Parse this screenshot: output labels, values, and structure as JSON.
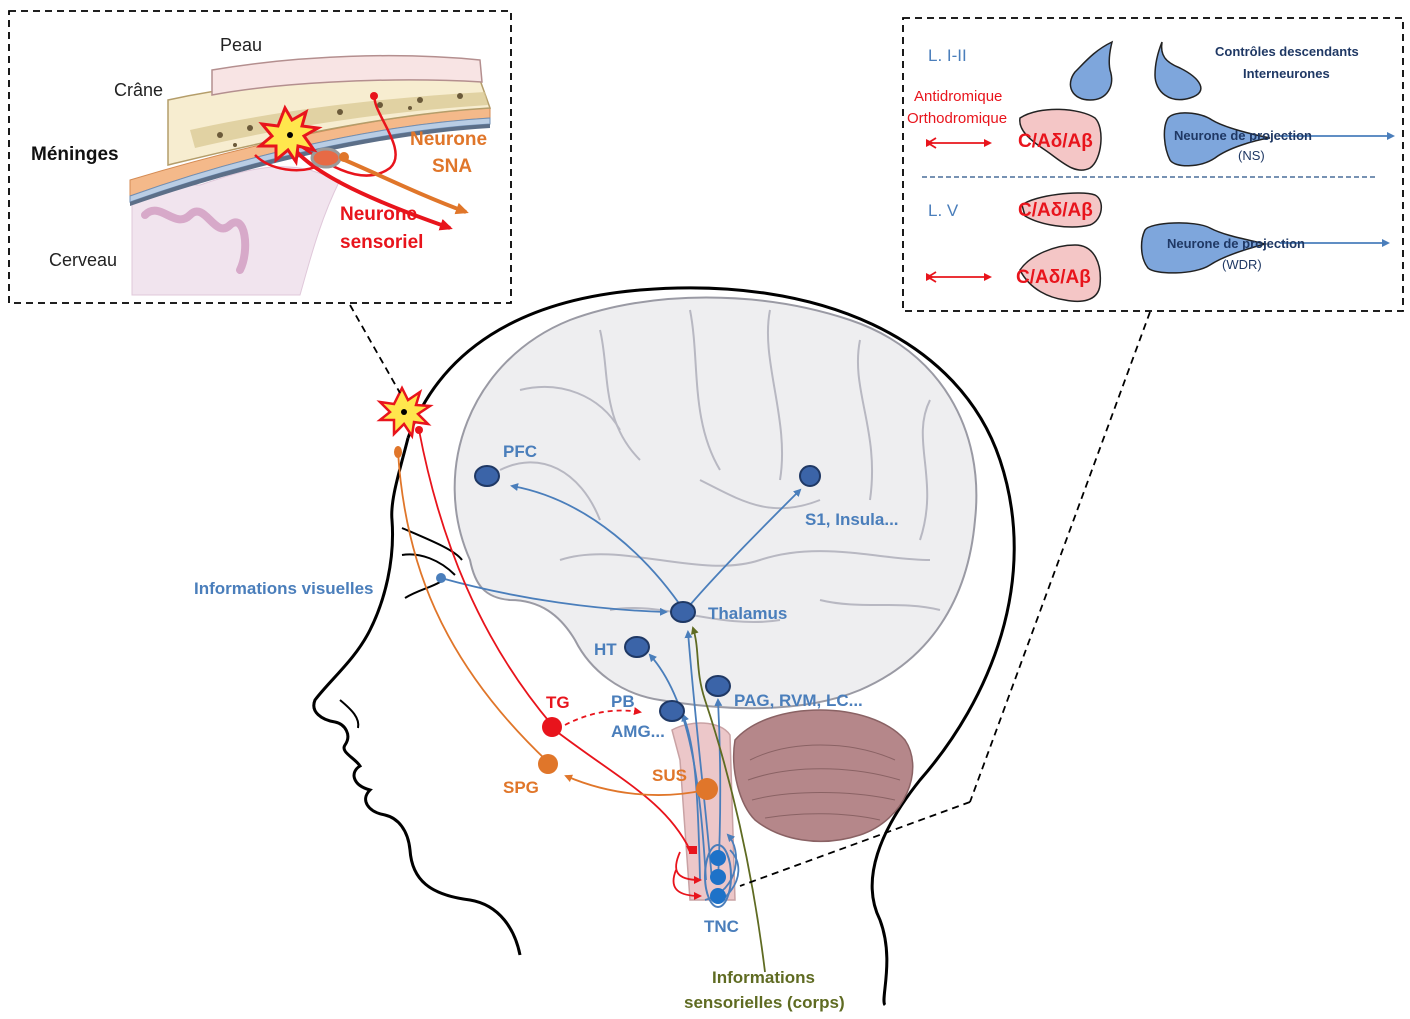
{
  "colors": {
    "blue": "#4a7ebb",
    "red": "#e8141c",
    "orange": "#e0762a",
    "olive": "#5f6b22",
    "navy": "#1f3864",
    "brain_fill": "#eeeef0",
    "cerebellum": "#b5878a",
    "neuron_pink": "#f4c6c6",
    "neuron_blue": "#7ea6dc"
  },
  "meninges_inset": {
    "peau": "Peau",
    "crane": "Crâne",
    "meninges": "Méninges",
    "cerveau": "Cerveau",
    "neurone_sna_1": "Neurone",
    "neurone_sna_2": "SNA",
    "neurone_sensoriel_1": "Neurone",
    "neurone_sensoriel_2": "sensoriel"
  },
  "spinal_inset": {
    "lamina_1_2": "L. I-II",
    "lamina_5": "L. V",
    "antidromique": "Antidromique",
    "orthodromique": "Orthodromique",
    "controles_1": "Contrôles descendants",
    "controles_2": "Interneurones",
    "fiber_1": "C/Aδ/Aβ",
    "fiber_2": "C/Aδ/Aβ",
    "fiber_3": "C/Aδ/Aβ",
    "proj_ns_1": "Neurone de projection",
    "proj_ns_2": "(NS)",
    "proj_wdr_1": "Neurone de projection",
    "proj_wdr_2": "(WDR)"
  },
  "head": {
    "pfc": "PFC",
    "s1": "S1, Insula...",
    "thalamus": "Thalamus",
    "ht": "HT",
    "pb": "PB",
    "amg": "AMG...",
    "pag": "PAG, RVM, LC...",
    "tg": "TG",
    "spg": "SPG",
    "sus": "SUS",
    "tnc": "TNC",
    "visual": "Informations visuelles",
    "sensory_1": "Informations",
    "sensory_2": "sensorielles (corps)"
  }
}
